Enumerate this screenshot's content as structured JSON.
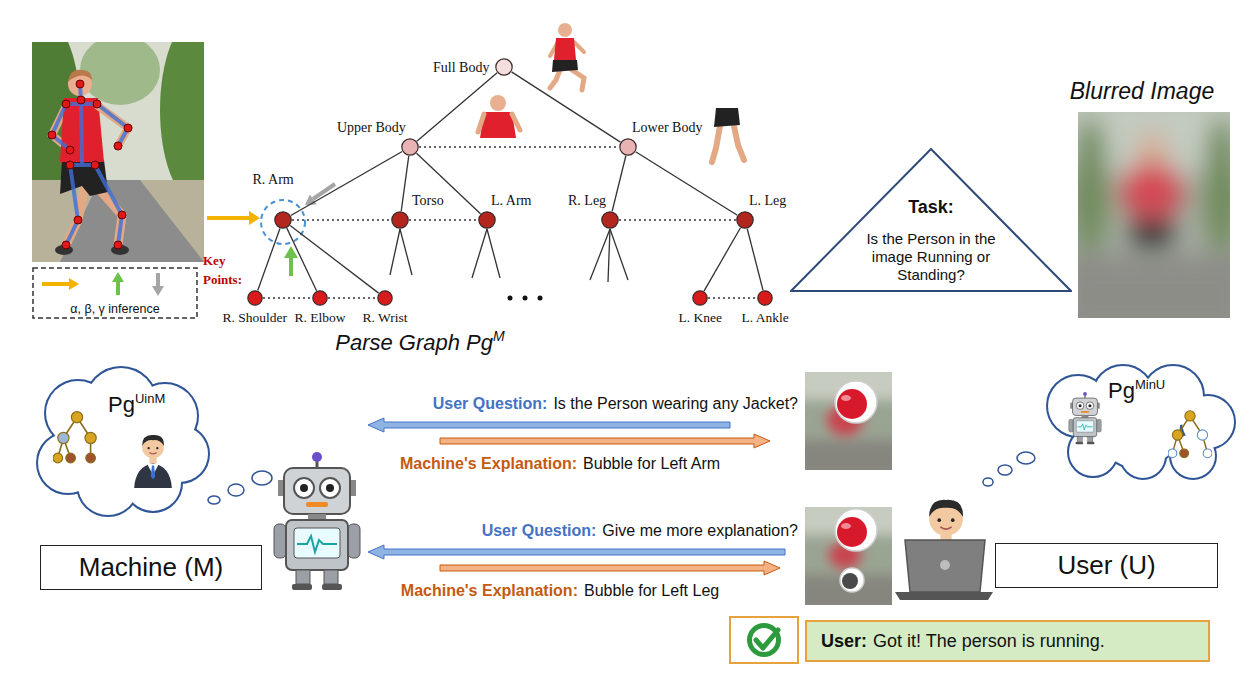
{
  "diagram": {
    "nodes": [
      {
        "text": [
          "Full Body"
        ]
      },
      {
        "text": [
          "Upper Body"
        ]
      },
      {
        "text": [
          "Lower Body"
        ]
      },
      {
        "text": [
          "R. Arm"
        ]
      },
      {
        "text": [
          "Torso"
        ]
      },
      {
        "text": [
          "L. Arm"
        ]
      },
      {
        "text": [
          "R. Leg"
        ]
      },
      {
        "text": [
          "L. Leg"
        ]
      },
      {
        "text": [
          "R. Shoulder"
        ]
      },
      {
        "text": [
          "R. Elbow"
        ]
      },
      {
        "text": [
          "R. Wrist"
        ]
      },
      {
        "text": [
          "L. Knee"
        ]
      },
      {
        "text": [
          "L. Ankle"
        ]
      },
      {
        "text": [
          "Task:",
          "Is the Person in the image Running or Standing?"
        ]
      },
      {
        "text": [
          "Pg",
          "UinM"
        ]
      },
      {
        "text": [
          "Pg",
          "MinU"
        ]
      },
      {
        "text": [
          "Machine (M)"
        ]
      },
      {
        "text": [
          "User (U)"
        ]
      },
      {
        "text": [
          "User:",
          "Got it! The person is running."
        ]
      }
    ],
    "edges": [
      {
        "from": 0,
        "to": 1,
        "arrow": "none"
      },
      {
        "from": 0,
        "to": 2,
        "arrow": "none"
      },
      {
        "from": 1,
        "to": 3,
        "arrow": "none"
      },
      {
        "from": 1,
        "to": 4,
        "arrow": "none"
      },
      {
        "from": 1,
        "to": 5,
        "arrow": "none"
      },
      {
        "from": 2,
        "to": 6,
        "arrow": "none"
      },
      {
        "from": 2,
        "to": 7,
        "arrow": "none"
      },
      {
        "from": 3,
        "to": 8,
        "arrow": "none"
      },
      {
        "from": 3,
        "to": 9,
        "arrow": "none"
      },
      {
        "from": 3,
        "to": 10,
        "arrow": "none"
      },
      {
        "from": 7,
        "to": 11,
        "arrow": "none"
      },
      {
        "from": 7,
        "to": 12,
        "arrow": "none"
      },
      {
        "from": 1,
        "to": 2,
        "arrow": "none"
      },
      {
        "from": 3,
        "to": 4,
        "arrow": "none"
      },
      {
        "from": 4,
        "to": 5,
        "arrow": "none"
      },
      {
        "from": 6,
        "to": 7,
        "arrow": "none"
      },
      {
        "from": 8,
        "to": 9,
        "arrow": "none"
      },
      {
        "from": 9,
        "to": 10,
        "arrow": "none"
      },
      {
        "from": 11,
        "to": 12,
        "arrow": "none"
      }
    ],
    "labels": [
      "Key Points:",
      "Parse Graph Pg",
      "M",
      "Blurred Image",
      "User Question:",
      "Is the Person wearing any Jacket?",
      "Machine's Explanation:",
      "Bubble for Left Arm",
      "User Question:",
      "Give me more explanation?",
      "Machine's Explanation:",
      "Bubble for Left Leg"
    ],
    "legend": [
      {
        "text": "α, β, γ inference"
      }
    ]
  }
}
